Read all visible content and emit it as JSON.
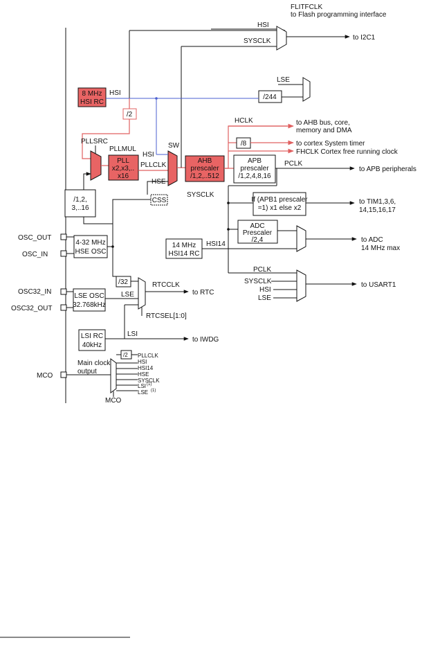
{
  "labels": {
    "flitfclk": "FLITFCLK",
    "flash_interface": "to Flash programming interface",
    "hsi_top": "HSI",
    "sysclk_top": "SYSCLK",
    "to_i2c1": "to I2C1",
    "lse_top": "LSE",
    "div244": "/244",
    "hsi_rc_line1": "8 MHz",
    "hsi_rc_line2": "HSI RC",
    "hsi_label": "HSI",
    "div2": "/2",
    "hclk": "HCLK",
    "to_ahb_line1": "to AHB bus, core,",
    "to_ahb_line2": "memory and DMA",
    "div8": "/8",
    "to_systick": "to cortex System timer",
    "fhclk": "FHCLK Cortex free running clock",
    "pllsrc": "PLLSRC",
    "pllmul": "PLLMUL",
    "pll_line1": "PLL",
    "pll_line2": "x2,x3,..",
    "pll_line3": "x16",
    "pllclk": "PLLCLK",
    "hsi_sw": "HSI",
    "sw": "SW",
    "hse_sw": "HSE",
    "ahb_line1": "AHB",
    "ahb_line2": "prescaler",
    "ahb_line3": "/1,2,..512",
    "apb_line1": "APB",
    "apb_line2": "prescaler",
    "apb_line3": "/1,2,4,8,16",
    "pclk": "PCLK",
    "to_apb": "to APB peripherals",
    "css": "CSS",
    "sysclk_mid": "SYSCLK",
    "prediv_line1": "/1,2,",
    "prediv_line2": "3,..16",
    "tim_line1": "If (APB1 prescaler",
    "tim_line2": "=1) x1 else x2",
    "to_tim_line1": "to TIM1,3,6,",
    "to_tim_line2": "14,15,16,17",
    "adc_line1": "ADC",
    "adc_line2": "Prescaler",
    "adc_line3": "/2,4",
    "osc_out": "OSC_OUT",
    "osc_in": "OSC_IN",
    "hse_osc_line1": "4-32 MHz",
    "hse_osc_line2": "HSE OSC",
    "hsi14_rc_line1": "14 MHz",
    "hsi14_rc_line2": "HSI14 RC",
    "hsi14": "HSI14",
    "to_adc_line1": "to ADC",
    "to_adc_line2": "14 MHz max",
    "div32": "/32",
    "rtcclk": "RTCCLK",
    "lse_rtc": "LSE",
    "to_rtc": "to RTC",
    "rtcsel": "RTCSEL[1:0]",
    "osc32_in": "OSC32_IN",
    "osc32_out": "OSC32_OUT",
    "lse_osc_line1": "LSE OSC",
    "lse_osc_line2": "32.768kHz",
    "pclk_usart": "PCLK",
    "sysclk_usart": "SYSCLK",
    "hsi_usart": "HSI",
    "lse_usart": "LSE",
    "to_usart1": "to USART1",
    "lsi_rc_line1": "LSI RC",
    "lsi_rc_line2": "40kHz",
    "lsi": "LSI",
    "to_iwdg": "to IWDG",
    "mco_div2": "/2",
    "mco_pllclk": "PLLCLK",
    "mco_hsi": "HSI",
    "mco_hsi14": "HSI14",
    "mco_hse": "HSE",
    "mco_sysclk": "SYSCLK",
    "mco_lsi": "LSI",
    "mco_lse": "LSE",
    "footnote_mark": "(1)",
    "main_clock_line1": "Main clock",
    "main_clock_line2": "output",
    "mco_pin": "MCO",
    "mco_bottom": "MCO"
  },
  "colors": {
    "highlight": "#e86464",
    "red_line": "#e06060",
    "blue_line": "#4a5fd0"
  }
}
